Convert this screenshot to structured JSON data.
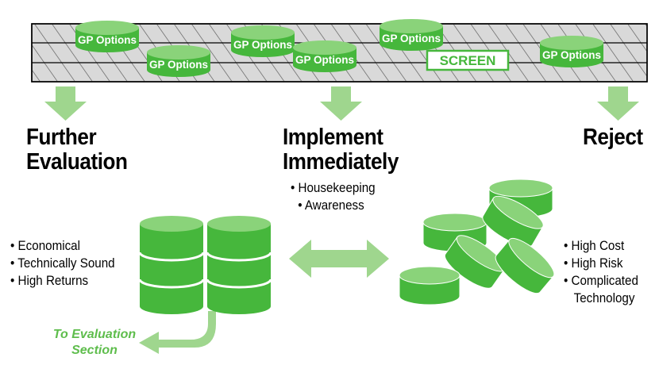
{
  "screen": {
    "label": "SCREEN",
    "option_label": "GP Options"
  },
  "outcomes": {
    "further": {
      "title_line1": "Further",
      "title_line2": "Evaluation",
      "bullets": [
        "Economical",
        "Technically Sound",
        "High Returns"
      ]
    },
    "implement": {
      "title_line1": "Implement",
      "title_line2": "Immediately",
      "bullets": [
        "Housekeeping",
        "Awareness"
      ]
    },
    "reject": {
      "title": "Reject",
      "bullets": [
        "High Cost",
        "High Risk",
        "Complicated",
        "Technology"
      ]
    }
  },
  "link": {
    "line1": "To Evaluation",
    "line2": "Section"
  },
  "bullet_char": "•",
  "colors": {
    "green": "#46b73c",
    "green_dark": "#2e9a2a",
    "green_light": "#8ad37a",
    "arrow_green": "#9fd68e",
    "link_green": "#5ebd4c",
    "screen_bg": "#d9d9d9"
  }
}
